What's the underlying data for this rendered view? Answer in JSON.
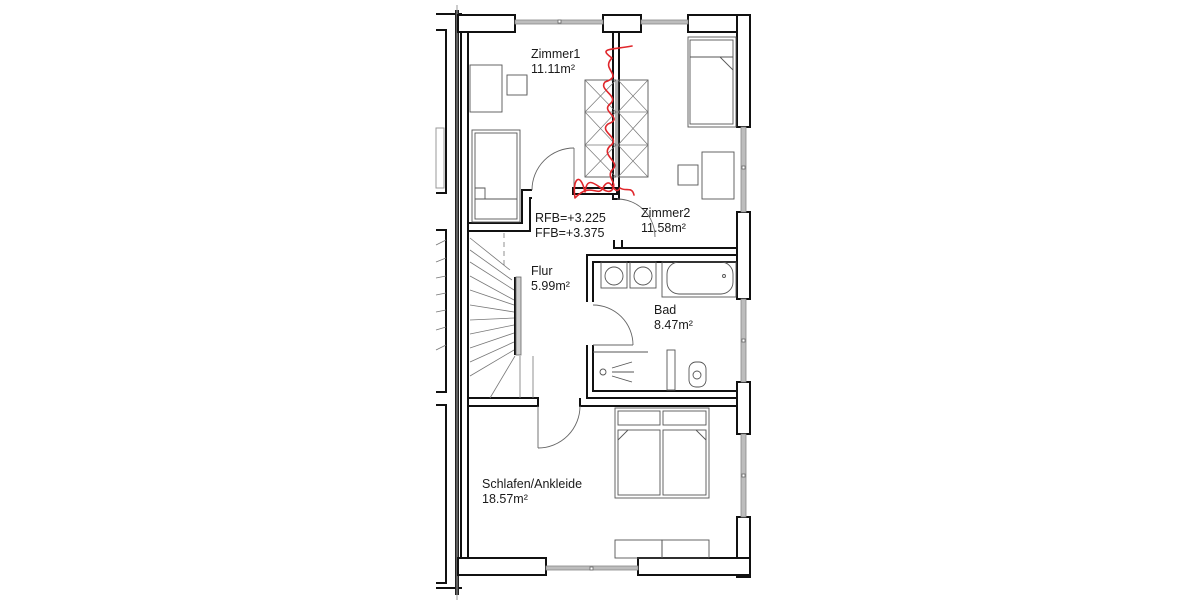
{
  "drawing": {
    "type": "floor-plan",
    "floor_levels": {
      "rfb": "RFB=+3.225",
      "ffb": "FFB=+3.375"
    },
    "rooms": [
      {
        "name": "Zimmer1",
        "area": "11.11m²"
      },
      {
        "name": "Zimmer2",
        "area": "11.58m²"
      },
      {
        "name": "Flur",
        "area": "5.99m²"
      },
      {
        "name": "Bad",
        "area": "8.47m²"
      },
      {
        "name": "Schlafen/Ankleide",
        "area": "18.57m²"
      }
    ],
    "annotation": {
      "type": "red-scribble",
      "color": "#e0262b",
      "note": "hand-drawn red zigzag over wall between Zimmer1 and Zimmer2"
    },
    "colors": {
      "wall": "#111111",
      "furniture": "#555555",
      "window": "#b0b0b0",
      "background": "#ffffff"
    }
  }
}
